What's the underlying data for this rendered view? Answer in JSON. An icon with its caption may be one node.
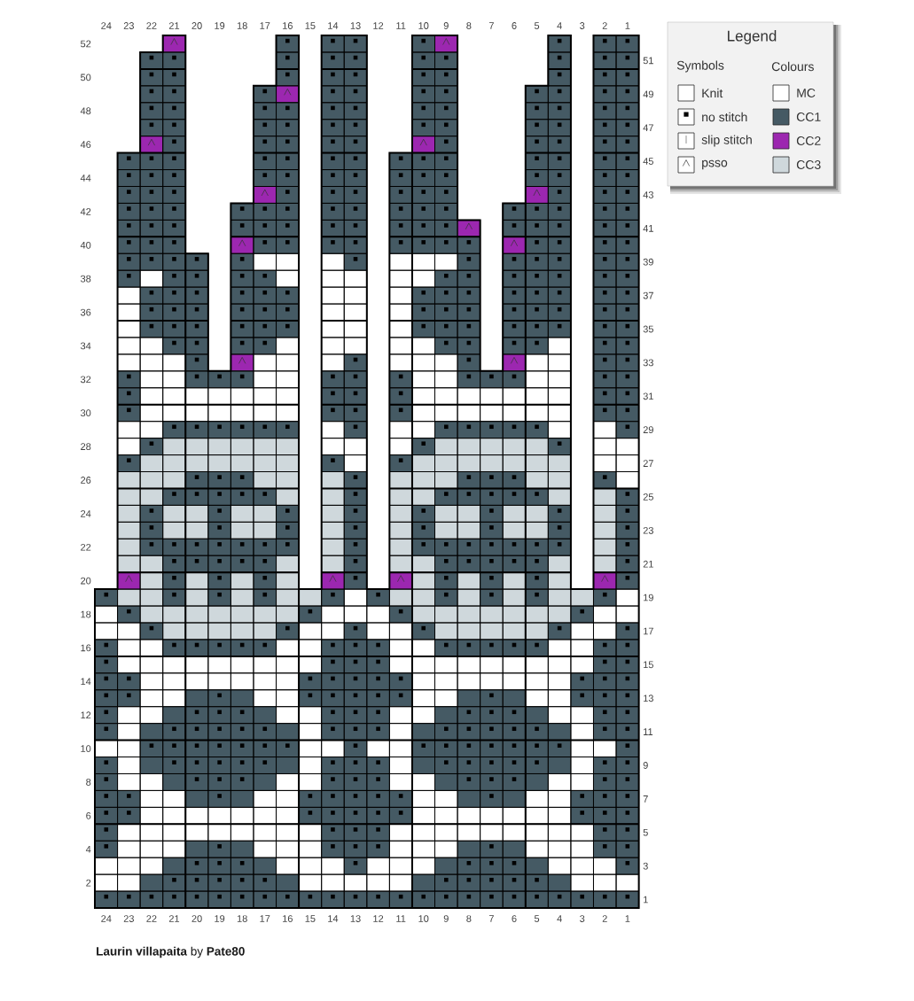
{
  "diagram": {
    "title": "**Laurin villapaita** by **Pate80**",
    "labels": [
      "24",
      "23",
      "22",
      "21",
      "20",
      "19",
      "18",
      "17",
      "16",
      "15",
      "14",
      "13",
      "12",
      "11",
      "10",
      "9",
      "8",
      "7",
      "6",
      "5",
      "4",
      "3",
      "2",
      "1",
      "52",
      "51",
      "50",
      "49",
      "48",
      "47",
      "46",
      "45",
      "44",
      "43",
      "42",
      "41",
      "40",
      "39",
      "38",
      "37",
      "36",
      "35",
      "34",
      "33",
      "32",
      "31",
      "30",
      "29",
      "28",
      "27",
      "26",
      "25",
      "24",
      "23",
      "22",
      "21",
      "20",
      "19",
      "18",
      "17",
      "16",
      "15",
      "14",
      "13",
      "12",
      "11",
      "10",
      "9",
      "8",
      "7",
      "6",
      "5",
      "4",
      "3",
      "2",
      "1",
      "24",
      "23",
      "22",
      "21",
      "20",
      "19",
      "18",
      "17",
      "16",
      "15",
      "14",
      "13",
      "12",
      "11",
      "10",
      "9",
      "8",
      "7",
      "6",
      "5",
      "4",
      "3",
      "2",
      "1",
      "Legend",
      "Symbols",
      "Colours"
    ],
    "legend": [
      {
        "text": "Knit"
      },
      {
        "text": "no stitch"
      },
      {
        "text": "slip stitch"
      },
      {
        "text": "psso"
      },
      {
        "text": "MC",
        "color": "#ffffff"
      },
      {
        "text": "CC1",
        "color": "#455a64"
      },
      {
        "text": "CC2",
        "color": "#9c27b0"
      },
      {
        "text": "CC3",
        "color": "#cfd8dc"
      }
    ]
  }
}
